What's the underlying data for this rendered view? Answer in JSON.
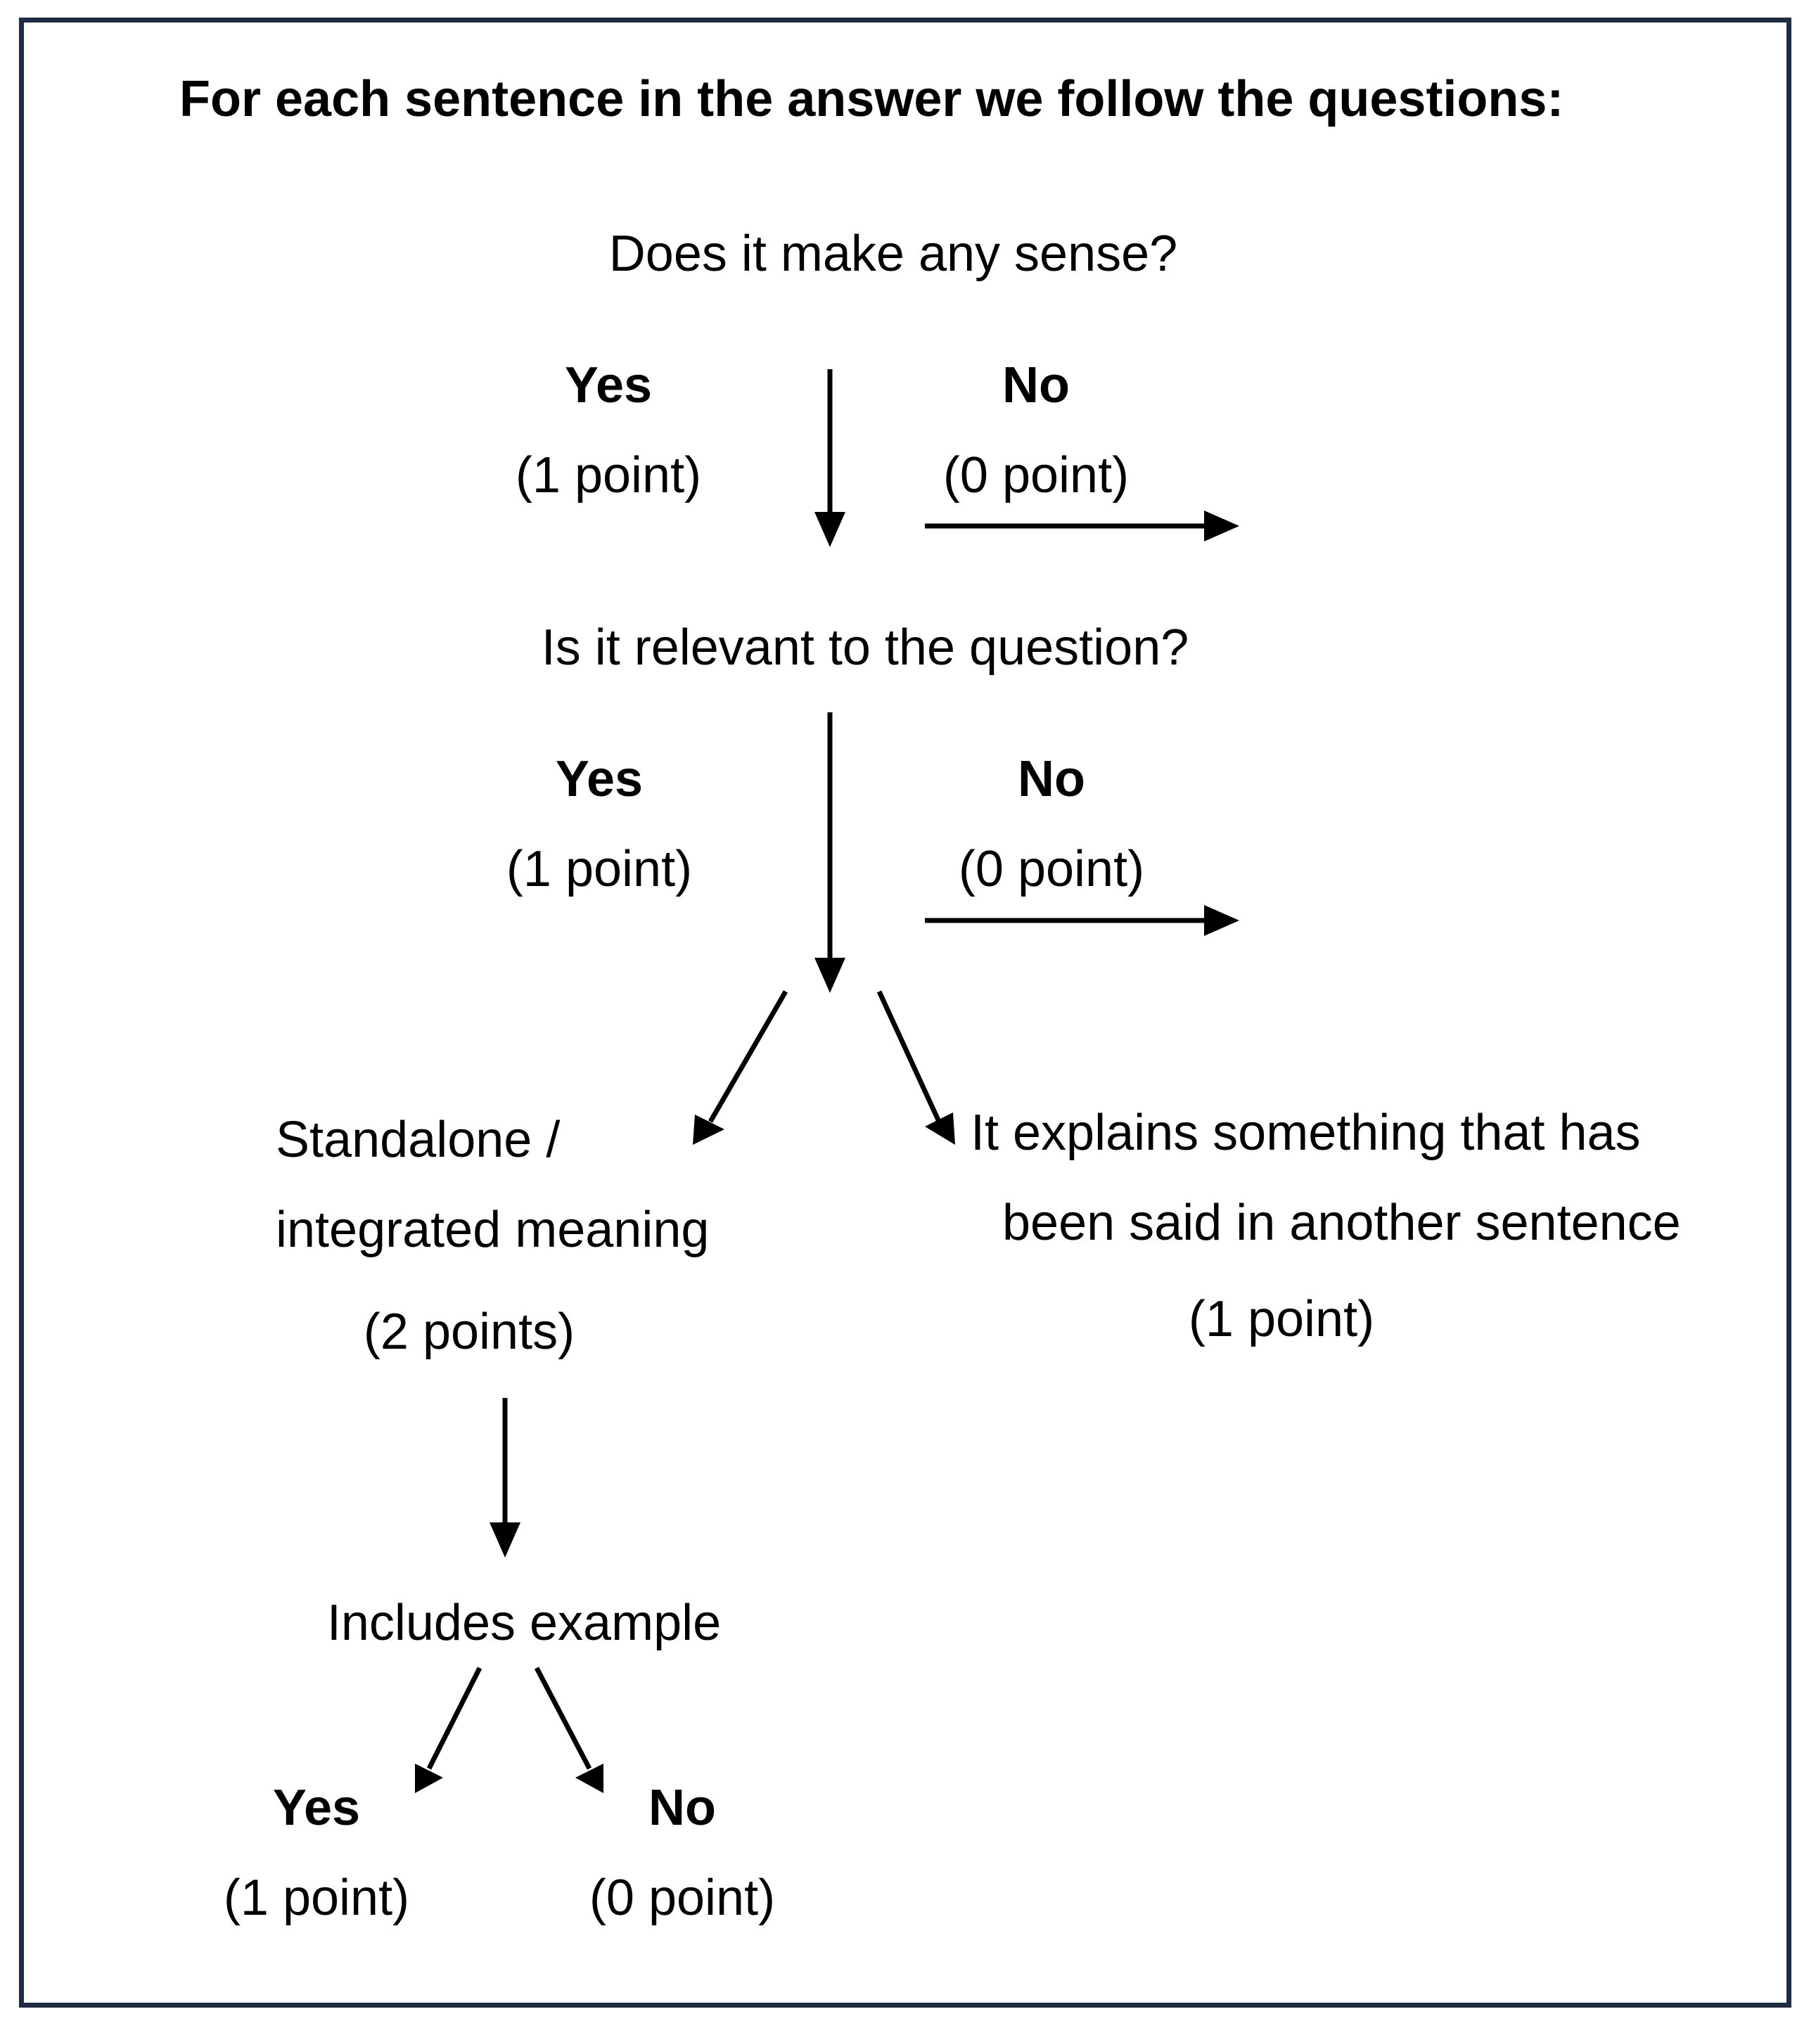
{
  "title": "For each sentence in the answer we follow the questions:",
  "q1": {
    "question": "Does it make any sense?",
    "yes_label": "Yes",
    "yes_points": "(1 point)",
    "no_label": "No",
    "no_points": "(0 point)"
  },
  "q2": {
    "question": "Is it relevant to the question?",
    "yes_label": "Yes",
    "yes_points": "(1 point)",
    "no_label": "No",
    "no_points": "(0 point)"
  },
  "standalone": {
    "line1": "Standalone /",
    "line2": "integrated meaning",
    "points": "(2 points)"
  },
  "explains": {
    "line1": "It explains something that has",
    "line2": "been said in another sentence",
    "points": "(1 point)"
  },
  "example": {
    "question": "Includes example",
    "yes_label": "Yes",
    "yes_points": "(1 point)",
    "no_label": "No",
    "no_points": "(0 point)"
  },
  "colors": {
    "frame": "#1f2d44",
    "arrow": "#000000"
  }
}
